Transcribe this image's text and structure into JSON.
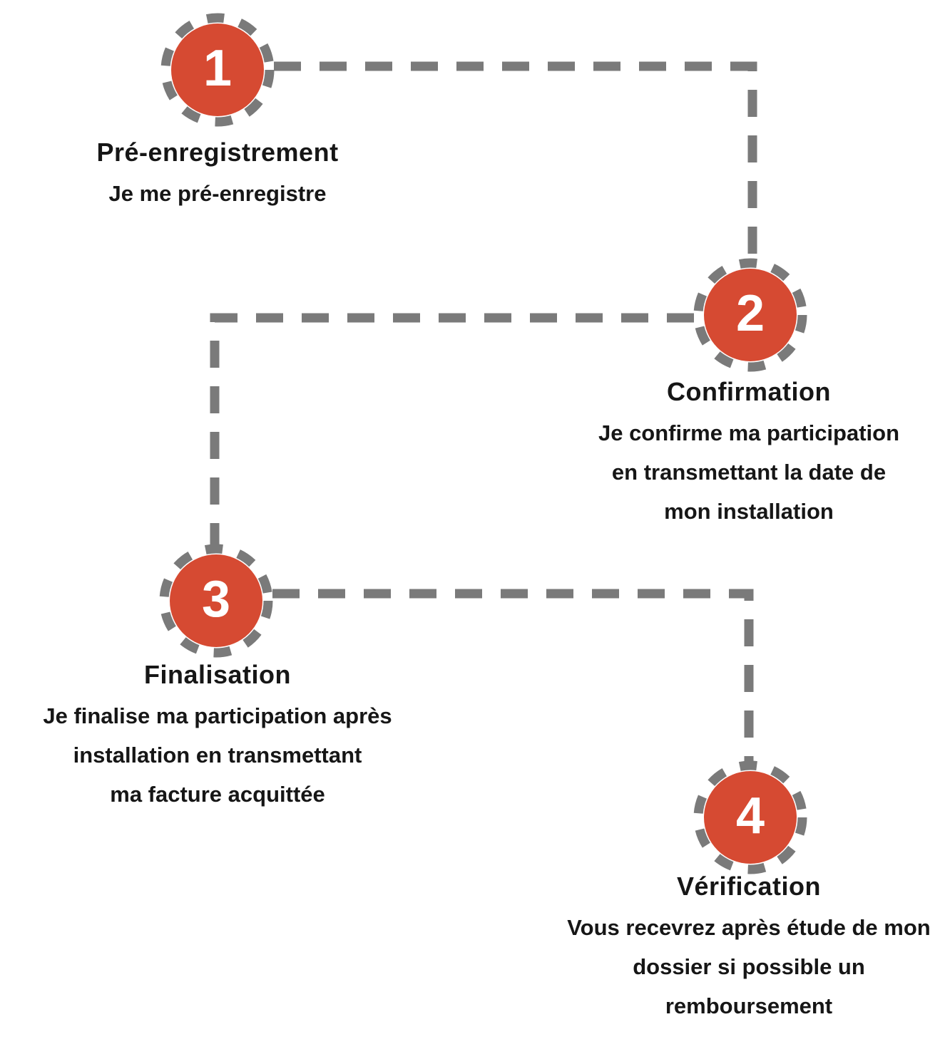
{
  "colors": {
    "step_circle": "#d64a32",
    "connector": "#7a7a7a",
    "text": "#161616",
    "background": "#ffffff"
  },
  "steps": [
    {
      "number": "1",
      "title": "Pré-enregistrement",
      "lines": [
        "Je me pré-enregistre"
      ]
    },
    {
      "number": "2",
      "title": "Confirmation",
      "lines": [
        "Je confirme ma participation",
        "en transmettant la date de",
        "mon installation"
      ]
    },
    {
      "number": "3",
      "title": "Finalisation",
      "lines": [
        "Je finalise ma participation après",
        "installation en transmettant",
        "ma facture acquittée"
      ]
    },
    {
      "number": "4",
      "title": "Vérification",
      "lines": [
        "Vous recevrez après étude de mon",
        "dossier si possible un",
        "remboursement"
      ]
    }
  ]
}
